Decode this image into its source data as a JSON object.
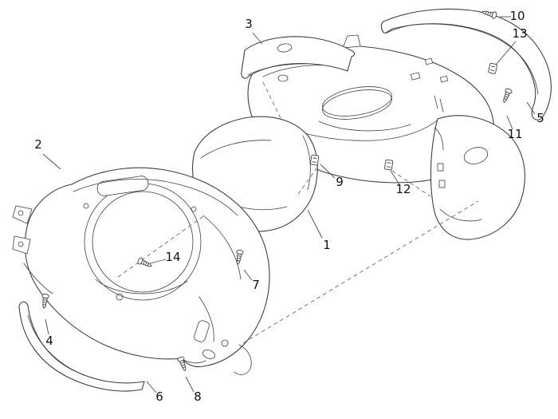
{
  "diagram": {
    "type": "exploded-parts-diagram",
    "subject": "handlebar-covers-exploded-view",
    "colors": {
      "background": "#ffffff",
      "line": "#3f3f3f",
      "leader": "#4a4a4a",
      "label": "#111111"
    },
    "callouts": [
      {
        "label": "1"
      },
      {
        "label": "2"
      },
      {
        "label": "3"
      },
      {
        "label": "4"
      },
      {
        "label": "5"
      },
      {
        "label": "6"
      },
      {
        "label": "7"
      },
      {
        "label": "8"
      },
      {
        "label": "9"
      },
      {
        "label": "10"
      },
      {
        "label": "11"
      },
      {
        "label": "12"
      },
      {
        "label": "13"
      },
      {
        "label": "14"
      }
    ]
  }
}
